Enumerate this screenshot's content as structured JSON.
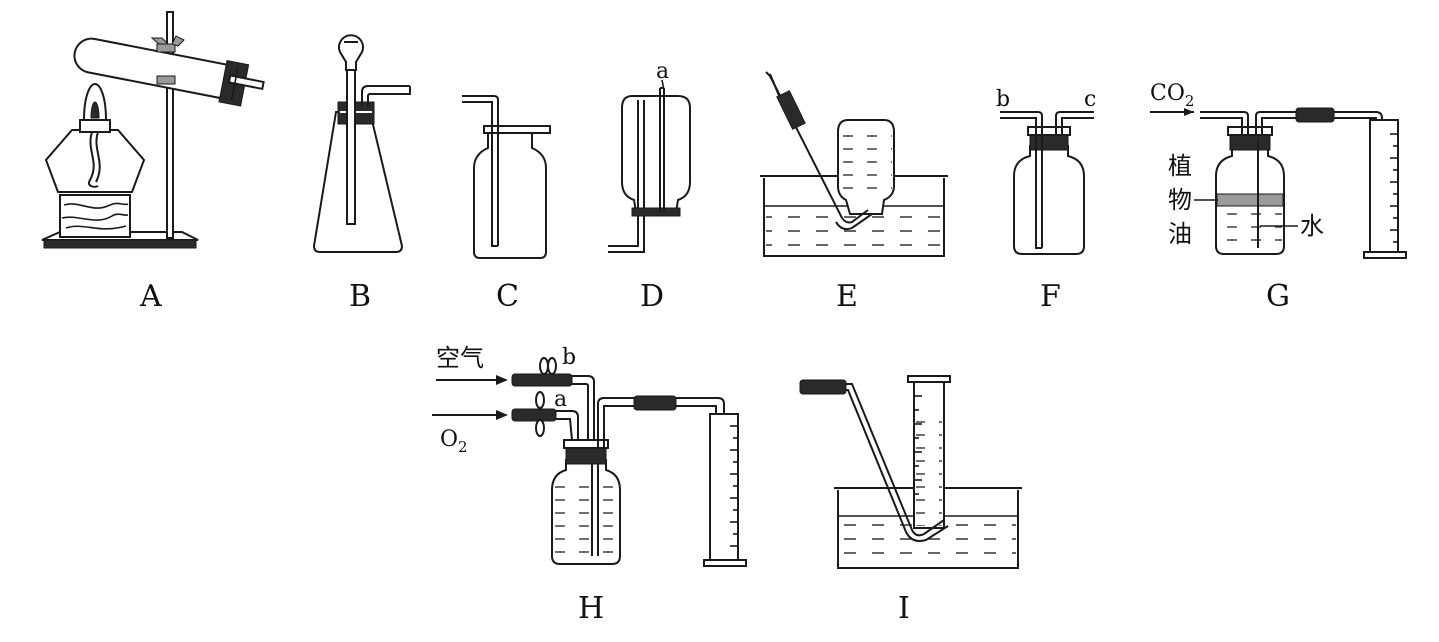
{
  "apparatus_labels": {
    "A": "A",
    "B": "B",
    "C": "C",
    "D": "D",
    "E": "E",
    "F": "F",
    "G": "G",
    "H": "H",
    "I": "I"
  },
  "port_labels": {
    "d_port": "a",
    "f_left": "b",
    "f_right": "c",
    "h_upper": "b",
    "h_lower": "a"
  },
  "g_annotations": {
    "gas": "CO",
    "gas_subscript": "2",
    "oil_chars": [
      "植",
      "物",
      "油"
    ],
    "water": "水"
  },
  "h_annotations": {
    "air": "空气",
    "oxygen": "O",
    "oxygen_subscript": "2"
  }
}
